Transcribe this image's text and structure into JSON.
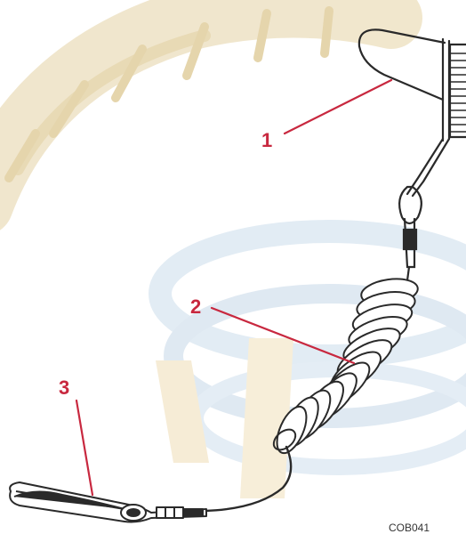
{
  "figure": {
    "code": "COB041",
    "callouts": [
      {
        "number": "1",
        "part": "lanyard-clip"
      },
      {
        "number": "2",
        "part": "coiled-cord"
      },
      {
        "number": "3",
        "part": "spring-clip"
      }
    ]
  },
  "colors": {
    "callout": "#c8283f",
    "line_art": "#2a2a2a",
    "watermark_gold": "#e9d9b4",
    "watermark_blue": "#d5e3ef"
  }
}
